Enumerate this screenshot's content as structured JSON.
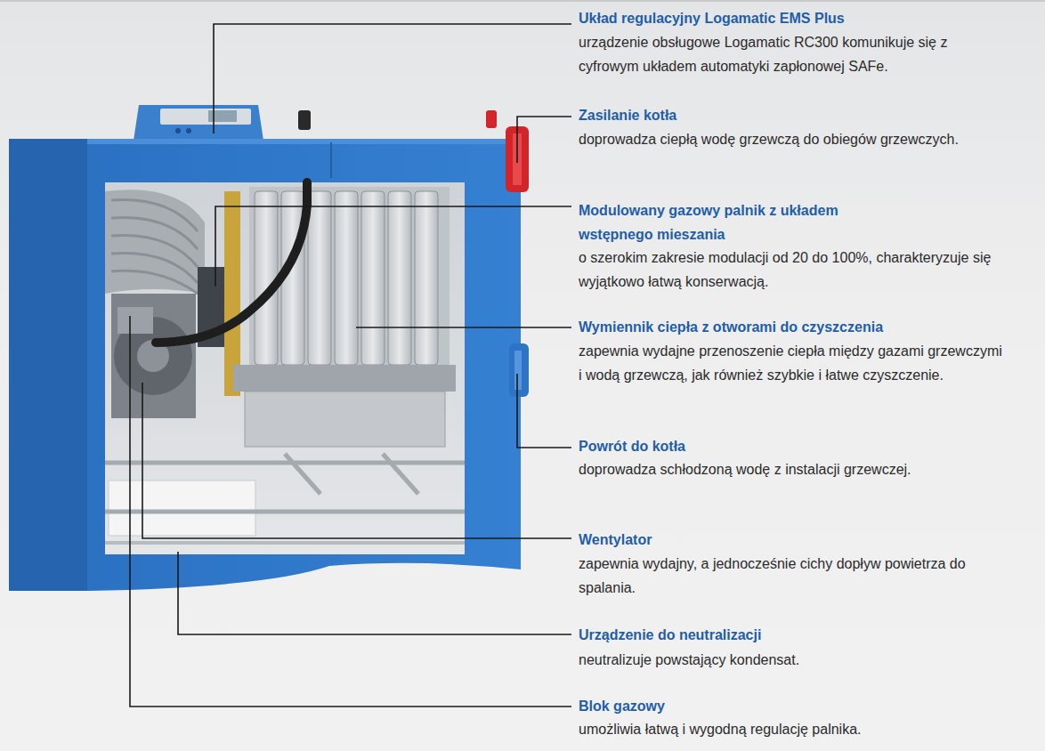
{
  "diagram": {
    "labels": [
      "Układ regulacyjny Logamatic EMS Plus",
      "urządzenie obsługowe Logamatic RC300 komunikuje się z cyfrowym układem automatyki zapłonowej SAFe.",
      "Zasilanie kotła",
      "doprowadza ciepłą wodę grzewczą do obiegów grzewczych.",
      "Modulowany gazowy palnik z układem wstępnego mieszania",
      "o szerokim zakresie modulacji od 20 do 100%, charakteryzuje się wyjątkowo łatwą konserwacją.",
      "Wymiennik ciepła z otworami do czyszczenia",
      "zapewnia wydajne przenoszenie ciepła między gazami grzewczymi i wodą grzewczą, jak również szybkie i łatwe czyszczenie.",
      "Powrót do kotła",
      "doprowadza schłodzoną wodę z instalacji grzewczej.",
      "Wentylator",
      "zapewnia wydajny, a jednocześnie cichy dopływ powietrza do spalania.",
      "Urządzenie do neutralizacji",
      "neutralizuje powstający kondensat.",
      "Blok gazowy",
      "umożliwia łatwą i wygodną regulację palnika."
    ]
  }
}
